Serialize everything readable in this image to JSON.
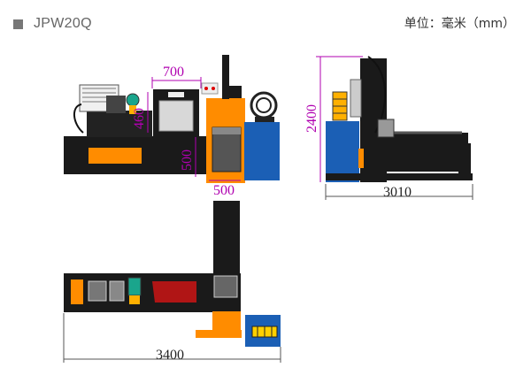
{
  "header": {
    "model": "JPW20Q",
    "unit": "单位：毫米（mm）"
  },
  "dimensions": {
    "front_width_panel": "700",
    "front_height_panel": "460",
    "front_opening_height": "500",
    "front_opening_width": "500",
    "side_height": "2400",
    "side_length": "3010",
    "top_length": "3400"
  },
  "colors": {
    "machine_body": "#1a1a1a",
    "accent_orange": "#ff8c00",
    "accent_blue": "#1b5fb5",
    "motor_teal": "#1aa58c",
    "red_chamber": "#b01515",
    "dimension_purple": "#b000b0"
  }
}
